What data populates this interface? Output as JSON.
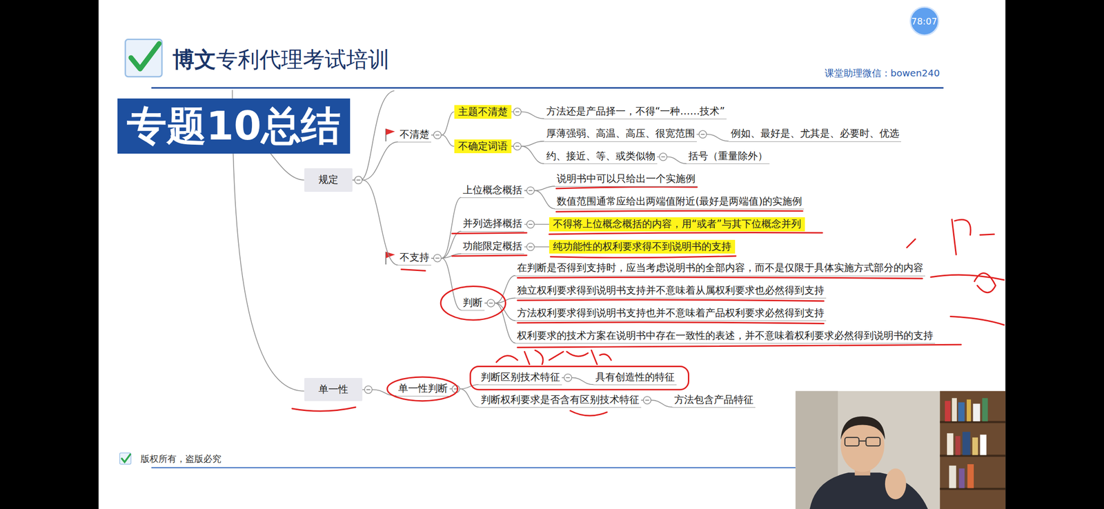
{
  "diagram": {
    "title": "专题10总结",
    "nodes": [
      {
        "text": [
          "规定"
        ]
      },
      {
        "text": [
          "不清楚"
        ]
      },
      {
        "text": [
          "主题不清楚"
        ]
      },
      {
        "text": [
          "方法还是产品择一，不得“一种……技术”"
        ]
      },
      {
        "text": [
          "不确定词语"
        ]
      },
      {
        "text": [
          "厚薄强弱、高温、高压、很宽范围"
        ]
      },
      {
        "text": [
          "例如、最好是、尤其是、必要时、优选"
        ]
      },
      {
        "text": [
          "约、接近、等、或类似物"
        ]
      },
      {
        "text": [
          "括号（重量除外）"
        ]
      },
      {
        "text": [
          "不支持"
        ]
      },
      {
        "text": [
          "上位概念概括"
        ]
      },
      {
        "text": [
          "说明书中可以只给出一个实施例"
        ]
      },
      {
        "text": [
          "数值范围通常应给出两端值附近(最好是两端值)的实施例"
        ]
      },
      {
        "text": [
          "并列选择概括"
        ]
      },
      {
        "text": [
          "不得将上位概念概括的内容，用“或者”与其下位概念并列"
        ]
      },
      {
        "text": [
          "功能限定概括"
        ]
      },
      {
        "text": [
          "纯功能性的权利要求得不到说明书的支持"
        ]
      },
      {
        "text": [
          "判断"
        ]
      },
      {
        "text": [
          "在判断是否得到支持时，应当考虑说明书的全部内容，而不是仅限于具体实施方式部分的内容"
        ]
      },
      {
        "text": [
          "独立权利要求得到说明书支持并不意味着从属权利要求也必然得到支持"
        ]
      },
      {
        "text": [
          "方法权利要求得到说明书支持也并不意味着产品权利要求必然得到支持"
        ]
      },
      {
        "text": [
          "权利要求的技术方案在说明书中存在一致性的表述，并不意味着权利要求必然得到说明书的支持"
        ]
      },
      {
        "text": [
          "单一性"
        ]
      },
      {
        "text": [
          "单一性判断"
        ]
      },
      {
        "text": [
          "判断区别技术特征"
        ]
      },
      {
        "text": [
          "具有创造性的特征"
        ]
      },
      {
        "text": [
          "判断权利要求是否含有区别技术特征"
        ]
      },
      {
        "text": [
          "方法包含产品特征"
        ]
      }
    ],
    "edges": [
      {
        "from": 0,
        "to": 1,
        "arrow": "none"
      },
      {
        "from": 0,
        "to": 9,
        "arrow": "none"
      },
      {
        "from": 1,
        "to": 2,
        "arrow": "none"
      },
      {
        "from": 1,
        "to": 4,
        "arrow": "none"
      },
      {
        "from": 2,
        "to": 3,
        "arrow": "none"
      },
      {
        "from": 4,
        "to": 5,
        "arrow": "none"
      },
      {
        "from": 4,
        "to": 7,
        "arrow": "none"
      },
      {
        "from": 5,
        "to": 6,
        "arrow": "none"
      },
      {
        "from": 7,
        "to": 8,
        "arrow": "none"
      },
      {
        "from": 9,
        "to": 10,
        "arrow": "none"
      },
      {
        "from": 9,
        "to": 13,
        "arrow": "none"
      },
      {
        "from": 9,
        "to": 15,
        "arrow": "none"
      },
      {
        "from": 9,
        "to": 17,
        "arrow": "none"
      },
      {
        "from": 10,
        "to": 11,
        "arrow": "none"
      },
      {
        "from": 10,
        "to": 12,
        "arrow": "none"
      },
      {
        "from": 13,
        "to": 14,
        "arrow": "none"
      },
      {
        "from": 15,
        "to": 16,
        "arrow": "none"
      },
      {
        "from": 17,
        "to": 18,
        "arrow": "none"
      },
      {
        "from": 17,
        "to": 19,
        "arrow": "none"
      },
      {
        "from": 17,
        "to": 20,
        "arrow": "none"
      },
      {
        "from": 17,
        "to": 21,
        "arrow": "none"
      },
      {
        "from": 22,
        "to": 23,
        "arrow": "none"
      },
      {
        "from": 23,
        "to": 24,
        "arrow": "none"
      },
      {
        "from": 23,
        "to": 26,
        "arrow": "none"
      },
      {
        "from": 24,
        "to": 25,
        "arrow": "none"
      },
      {
        "from": 26,
        "to": 27,
        "arrow": "none"
      }
    ],
    "labels": [
      "博文",
      "专利代理考试培训",
      "课堂助理微信：bowen240",
      "78:07",
      "版权所有，盗版必究"
    ]
  }
}
